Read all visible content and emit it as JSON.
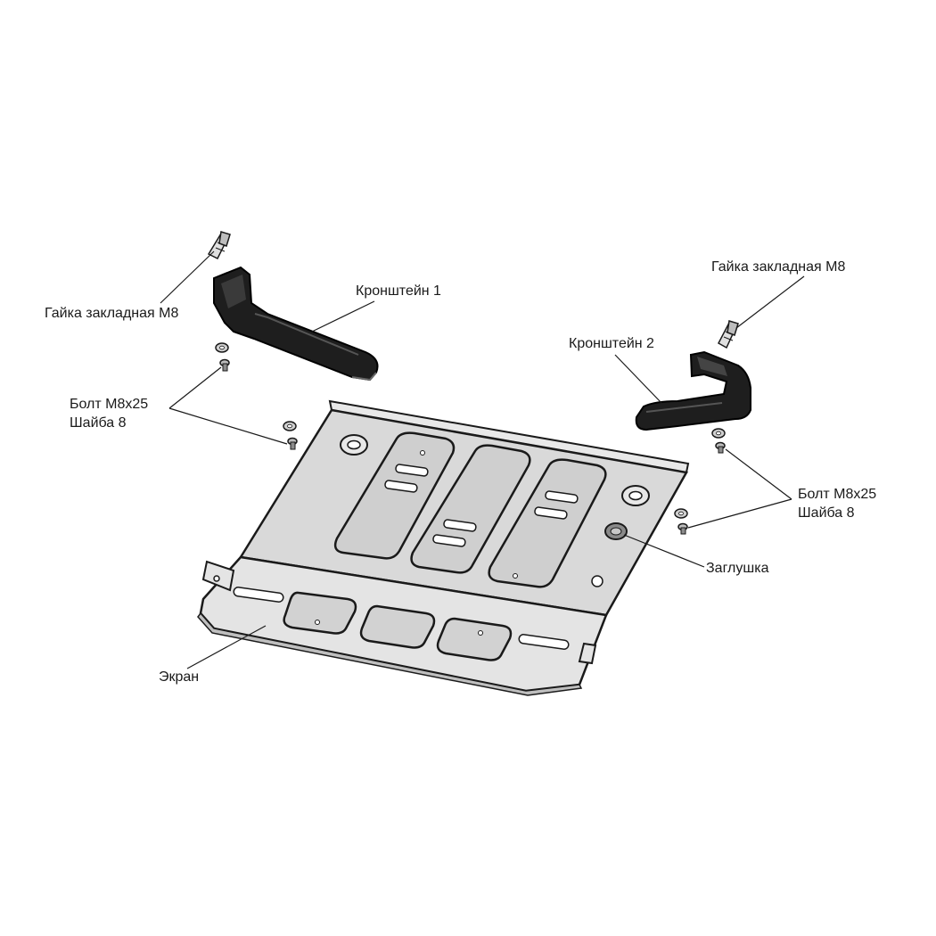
{
  "labels": {
    "nut_left": "Гайка закладная М8",
    "bracket1": "Кронштейн 1",
    "bolt_left_l1": "Болт М8х25",
    "bolt_left_l2": "Шайба 8",
    "nut_right": "Гайка закладная М8",
    "bracket2": "Кронштейн 2",
    "bolt_right_l1": "Болт М8х25",
    "bolt_right_l2": "Шайба 8",
    "plug": "Заглушка",
    "screen": "Экран"
  },
  "colors": {
    "outline": "#1a1a1a",
    "plate_fill": "#d9d9d9",
    "plate_light": "#ececec",
    "bracket_fill": "#1e1e1e",
    "background": "#ffffff"
  }
}
